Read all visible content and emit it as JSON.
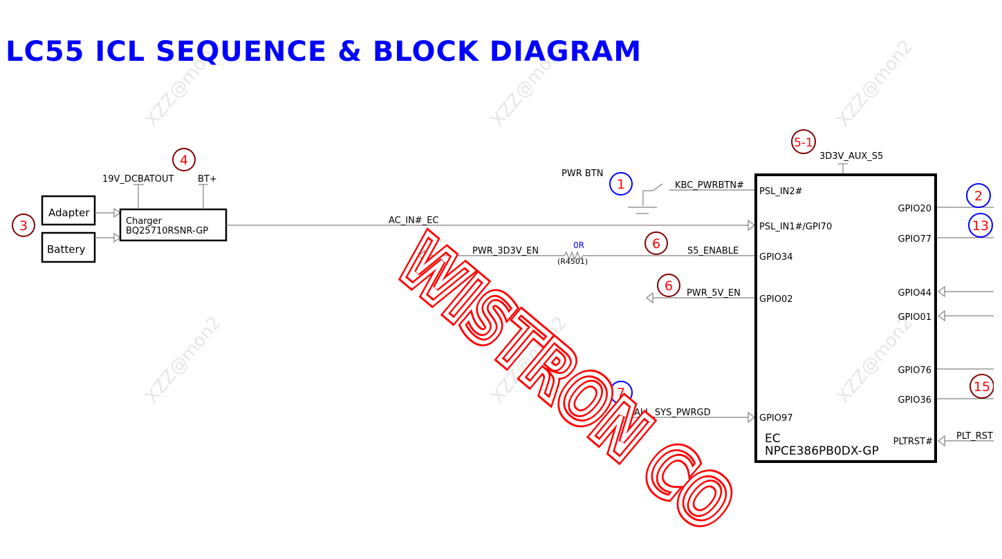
{
  "title": "LC55 ICL SEQUENCE & BLOCK DIAGRAM",
  "watermarks": {
    "small": "XZZ@mon2",
    "main": "WISTRON CO"
  },
  "colors": {
    "title": "#0000ff",
    "marker_blue": "#0000ff",
    "marker_darkred": "#800000",
    "marker_text": "#ff0000",
    "watermark": "#ff0000"
  },
  "blocks": {
    "adapter": "Adapter",
    "battery": "Battery",
    "charger_name": "Charger",
    "charger_part": "BQ25710RSNR-GP",
    "ec_name": "EC",
    "ec_part": "NPCE386PB0DX-GP",
    "pwr_btn": "PWR BTN"
  },
  "nets": {
    "dcbatout": "19V_DCBATOUT",
    "bt": "BT+",
    "ac_in": "AC_IN#_EC",
    "pwr_3d3v_en": "PWR_3D3V_EN",
    "resistor_value": "0R",
    "resistor_ref": "(R4501)",
    "s5_enable": "S5_ENABLE",
    "pwr_5v_en": "PWR_5V_EN",
    "kbc_pwrbtn": "KBC_PWRBTN#",
    "aux": "3D3V_AUX_S5",
    "all_sys_pwrgd": "ALL_SYS_PWRGD",
    "plt_rst": "PLT_RST"
  },
  "pins": {
    "psl_in2": "PSL_IN2#",
    "psl_in1": "PSL_IN1#/GPI70",
    "gpio34": "GPIO34",
    "gpio02": "GPIO02",
    "gpio97": "GPIO97",
    "gpio20": "GPIO20",
    "gpio77": "GPIO77",
    "gpio44": "GPIO44",
    "gpio01": "GPIO01",
    "gpio76": "GPIO76",
    "gpio36": "GPIO36",
    "pltrst": "PLTRST#"
  },
  "markers": {
    "m1": "1",
    "m2": "2",
    "m3": "3",
    "m4": "4",
    "m5_1": "5-1",
    "m6a": "6",
    "m6b": "6",
    "m7": "7",
    "m13": "13",
    "m15": "15"
  }
}
